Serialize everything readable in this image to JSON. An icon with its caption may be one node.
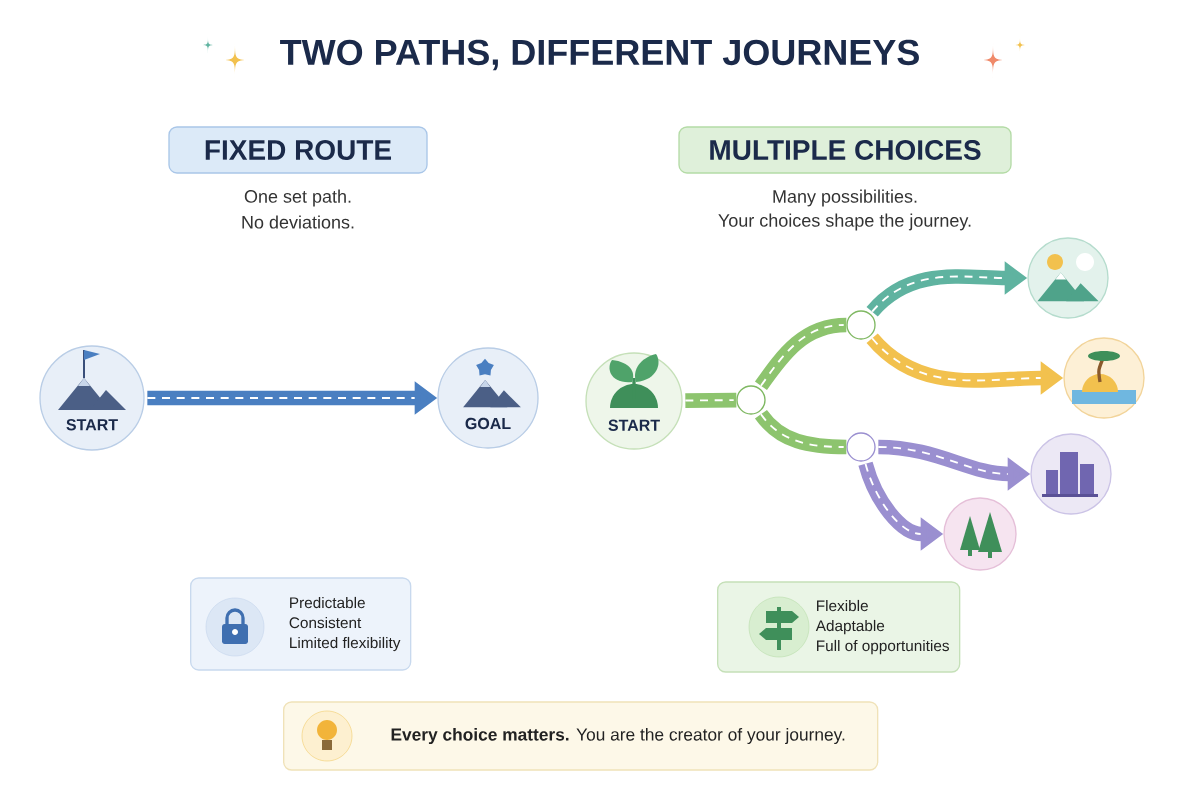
{
  "diagram": {
    "title": "TWO PATHS, DIFFERENT JOURNEYS",
    "nodes": [
      {
        "text": [
          "FIXED ROUTE"
        ],
        "beside": [
          "One set path.",
          "No deviations."
        ]
      },
      {
        "text": [
          "MULTIPLE CHOICES"
        ],
        "beside": [
          "Many possibilities.",
          "Your choices shape the journey."
        ]
      },
      {
        "text": [
          "START"
        ]
      },
      {
        "text": [
          "GOAL"
        ]
      },
      {
        "text": [
          "START"
        ]
      },
      {
        "text": [],
        "shape": "circle"
      },
      {
        "text": [],
        "shape": "circle"
      },
      {
        "text": [],
        "shape": "circle"
      },
      {
        "text": [],
        "shape": "circle"
      },
      {
        "text": [],
        "shape": "circle"
      },
      {
        "text": [],
        "shape": "circle"
      },
      {
        "text": [],
        "shape": "circle"
      },
      {
        "text": [
          "Predictable",
          "Consistent",
          "Limited flexibility"
        ]
      },
      {
        "text": [
          "Flexible",
          "Adaptable",
          "Full of opportunities"
        ]
      },
      {
        "text": [
          "**Every choice matters.**  You are the creator of your journey."
        ]
      }
    ],
    "edges": [
      {
        "from": 2,
        "to": 3,
        "arrow": "to",
        "color": "#4a7fc1"
      },
      {
        "from": 4,
        "to": 5,
        "arrow": "none",
        "color": "#8dc46e"
      },
      {
        "from": 5,
        "to": 6,
        "arrow": "none",
        "color": "#8dc46e"
      },
      {
        "from": 5,
        "to": 7,
        "arrow": "none",
        "color": "#8dc46e"
      },
      {
        "from": 6,
        "to": 8,
        "arrow": "to",
        "color": "#5fb3a0"
      },
      {
        "from": 6,
        "to": 9,
        "arrow": "to",
        "color": "#f2c14e"
      },
      {
        "from": 7,
        "to": 10,
        "arrow": "to",
        "color": "#9a8fd0"
      },
      {
        "from": 7,
        "to": 11,
        "arrow": "to",
        "color": "#9a8fd0"
      }
    ]
  }
}
